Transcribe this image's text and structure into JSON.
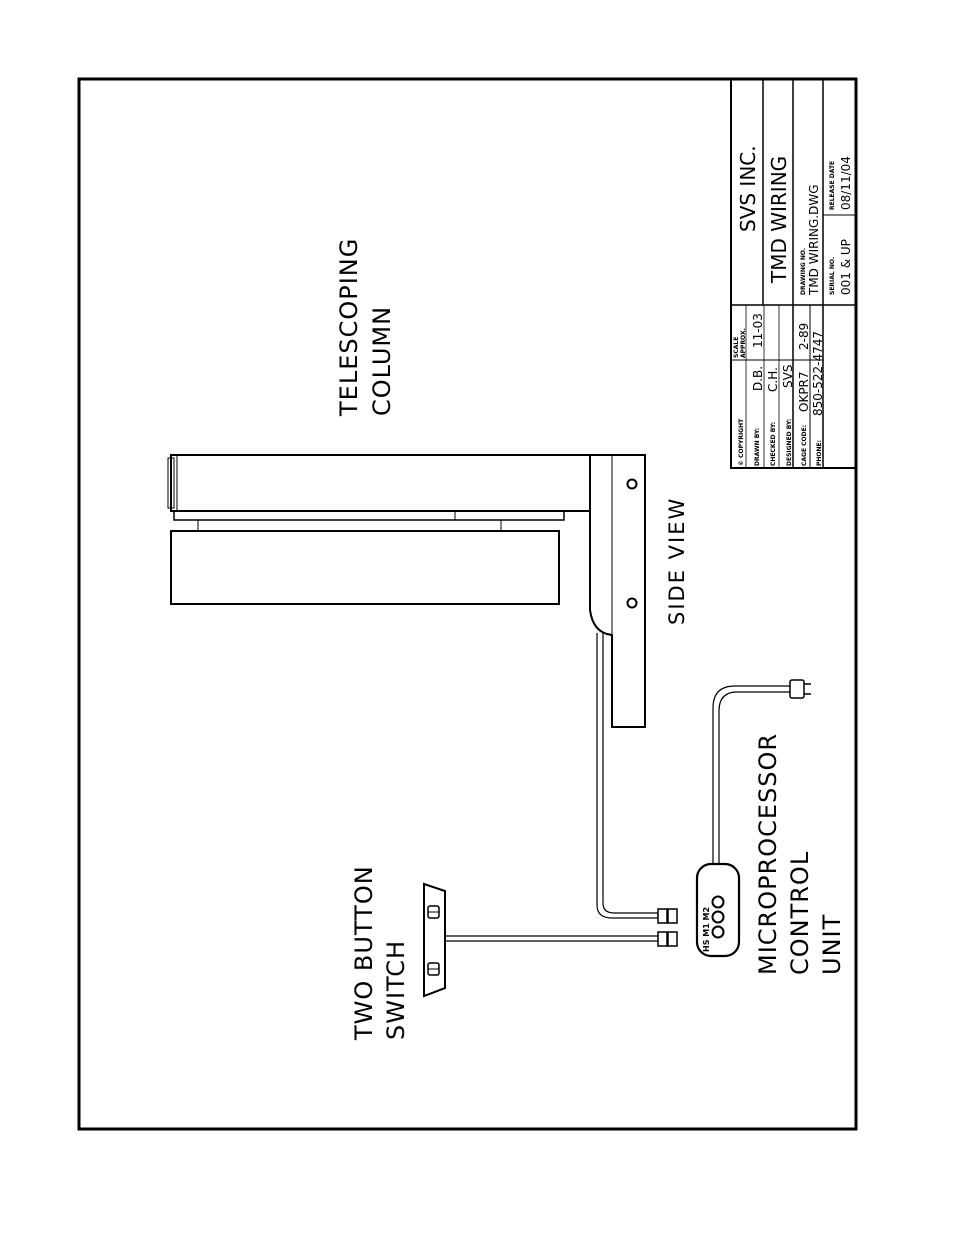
{
  "labels": {
    "telescoping_column_1": "TELESCOPING",
    "telescoping_column_2": "COLUMN",
    "side_view": "SIDE VIEW",
    "micro_1": "MICROPROCESSOR",
    "micro_2": "CONTROL",
    "micro_3": "UNIT",
    "switch_1": "TWO BUTTON",
    "switch_2": "SWITCH",
    "ports": "HS M1 M2"
  },
  "title_block": {
    "company": "SVS INC.",
    "title": "TMD WIRING",
    "copyright_label": "© COPYRIGHT",
    "scale_label": "SCALE",
    "scale_value": "APPROX.",
    "drawn_by_label": "DRAWN BY:",
    "drawn_by": "D.B.",
    "drawn_date": "11-03",
    "checked_by_label": "CHECKED BY:",
    "checked_by": "C.H.",
    "designed_by_label": "DESIGNED BY:",
    "designed_by": "SVS",
    "cage_code_label": "CAGE CODE:",
    "cage_code": "OKPR7",
    "cage_extra": "2-89",
    "phone_label": "PHONE:",
    "phone": "850-522-4747",
    "drawing_no_label": "DRAWING NO.",
    "drawing_no": "TMD WIRING.DWG",
    "serial_no_label": "SERIAL NO.",
    "serial_no": "001 & UP",
    "release_date_label": "RELEASE DATE",
    "release_date": "08/11/04"
  }
}
